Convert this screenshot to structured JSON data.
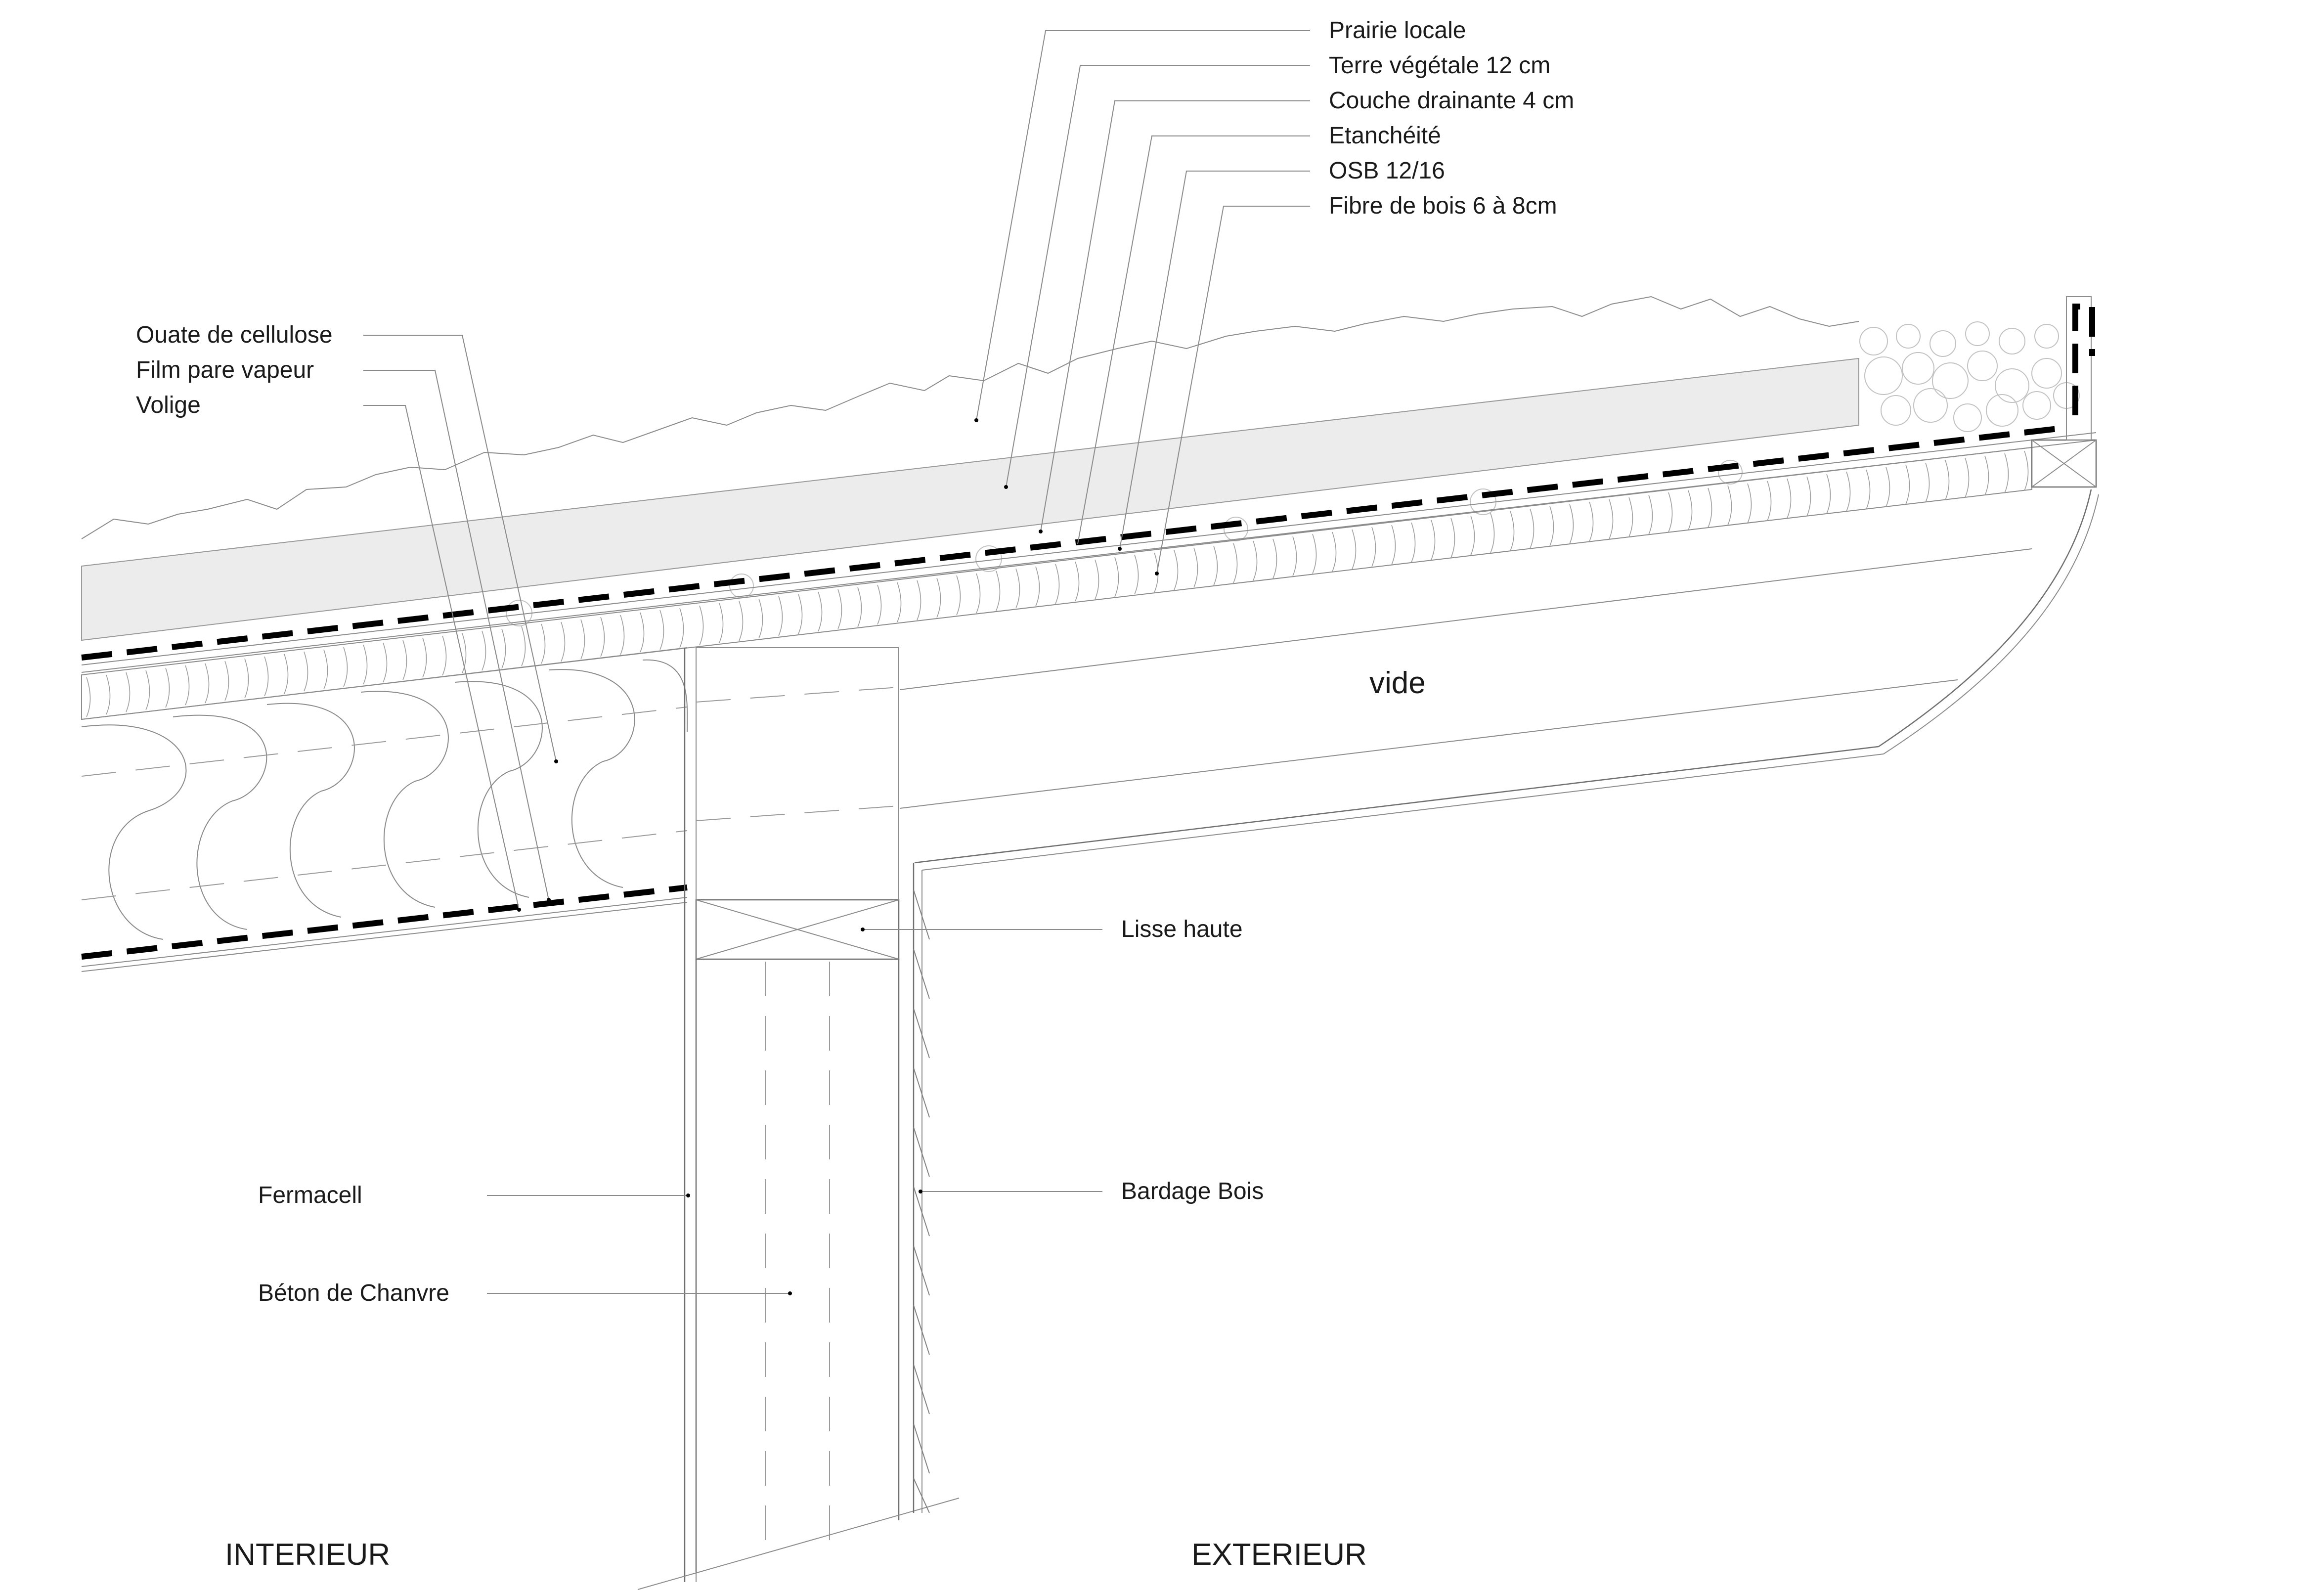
{
  "labels_top": [
    "Prairie locale",
    "Terre végétale 12 cm",
    "Couche drainante 4 cm",
    "Etanchéité",
    "OSB 12/16",
    "Fibre de bois 6 à 8cm"
  ],
  "labels_left": [
    "Ouate de cellulose",
    "Film pare vapeur",
    "Volige"
  ],
  "lisse_haute": "Lisse haute",
  "bardage_bois": "Bardage Bois",
  "fermacell": "Fermacell",
  "beton_chanvre": "Béton de Chanvre",
  "vide": "vide",
  "interieur": "INTERIEUR",
  "exterieur": "EXTERIEUR"
}
